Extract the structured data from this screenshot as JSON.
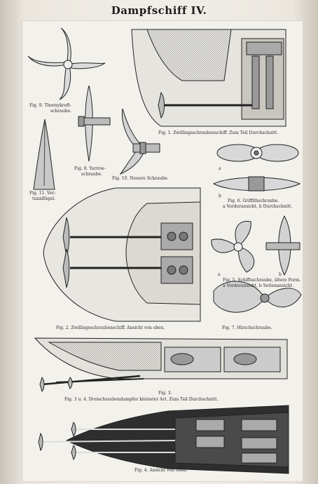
{
  "title": "Dampfschiff IV.",
  "figures": {
    "fig9_a": "Fig. 9. Thornykroft-",
    "fig9_b": "schraube.",
    "fig1": "Fig. 1.  Zwillingsschraubenschiff.  Zum Teil Durchschnitt.",
    "fig8_a": "Fig. 8.  Yarrow-",
    "fig8_b": "schraube.",
    "fig10": "Fig. 10.  Neuere Schraube.",
    "fig11_a": "Fig. 11.  Ver-",
    "fig11_b": "tunnflügel.",
    "fig6_label_a": "a",
    "fig6_label_b": "b",
    "fig6_a": "Fig. 6.  Griffithschraube.",
    "fig6_b": "a Vorderansicht, b Durchschnitt.",
    "fig5_a": "Fig. 5.  Schiffsschraube, ältere Form.",
    "fig5_b": "a Vorderansicht, b Seitenansicht.",
    "fig5_label_a": "a",
    "fig5_label_b": "b",
    "fig2": "Fig. 2.  Zwillingsschraubenschiff.  Ansicht von oben.",
    "fig7": "Fig. 7.  Hirschschraube.",
    "fig3": "Fig. 3.",
    "fig3_4": "Fig. 3 u. 4.  Dreischraubendampfer kleinster Art.  Zum Teil Durchschnitt.",
    "fig4": "Fig. 4.  Ansicht von oben."
  }
}
